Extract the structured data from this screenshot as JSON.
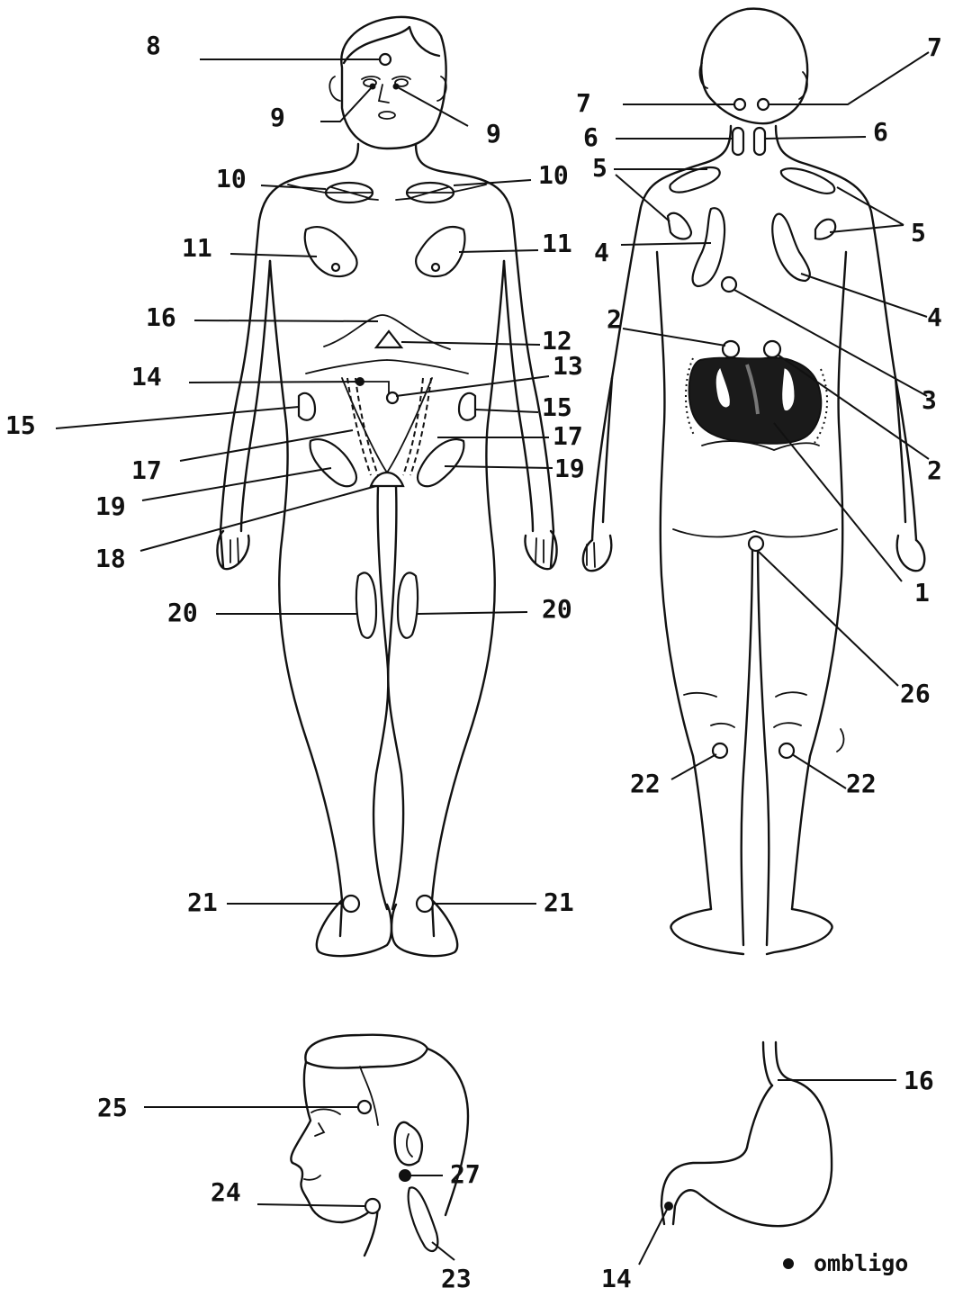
{
  "labels": {
    "front": [
      {
        "text": "8"
      },
      {
        "text": "9"
      },
      {
        "text": "9"
      },
      {
        "text": "10"
      },
      {
        "text": "10"
      },
      {
        "text": "11"
      },
      {
        "text": "11"
      },
      {
        "text": "16"
      },
      {
        "text": "12"
      },
      {
        "text": "14"
      },
      {
        "text": "13"
      },
      {
        "text": "15"
      },
      {
        "text": "15"
      },
      {
        "text": "17"
      },
      {
        "text": "17"
      },
      {
        "text": "19"
      },
      {
        "text": "19"
      },
      {
        "text": "18"
      },
      {
        "text": "20"
      },
      {
        "text": "20"
      },
      {
        "text": "21"
      },
      {
        "text": "21"
      }
    ],
    "back": [
      {
        "text": "7"
      },
      {
        "text": "7"
      },
      {
        "text": "6"
      },
      {
        "text": "6"
      },
      {
        "text": "5"
      },
      {
        "text": "5"
      },
      {
        "text": "4"
      },
      {
        "text": "4"
      },
      {
        "text": "2"
      },
      {
        "text": "3"
      },
      {
        "text": "2"
      },
      {
        "text": "1"
      },
      {
        "text": "26"
      },
      {
        "text": "22"
      },
      {
        "text": "22"
      }
    ],
    "head": [
      {
        "text": "25"
      },
      {
        "text": "27"
      },
      {
        "text": "24"
      },
      {
        "text": "23"
      }
    ],
    "stomach": [
      {
        "text": "16"
      },
      {
        "text": "14"
      }
    ]
  },
  "legend": {
    "dot_label": "ombligo"
  }
}
